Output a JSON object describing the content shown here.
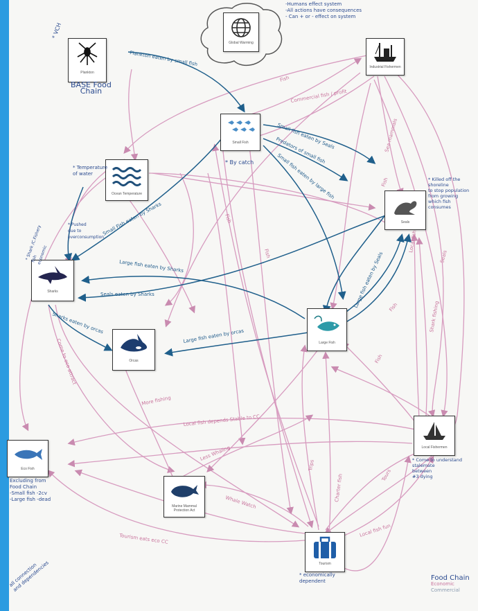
{
  "nodes": {
    "plankton": {
      "label": "Plankton"
    },
    "global_warming": {
      "label": "Global Warming"
    },
    "industrial_fishermen": {
      "label": "Industrial Fishermen"
    },
    "small_fish": {
      "label": "Small Fish"
    },
    "ocean_temperature": {
      "label": "Ocean Temperature"
    },
    "seals": {
      "label": "Seals"
    },
    "sharks": {
      "label": "Sharks"
    },
    "large_fish": {
      "label": "Large Fish"
    },
    "orcas": {
      "label": "Orcas"
    },
    "local_fishermen": {
      "label": "Local Fishermen"
    },
    "eco_fish": {
      "label": "Eco Fish"
    },
    "marine_mammal_act": {
      "label": "Marine Mammal Protection Act"
    },
    "tourism": {
      "label": "Tourism"
    }
  },
  "notes": {
    "star_top": "* VCH",
    "base_food_chain": "BASE Food\nChain",
    "top_notes": "-Humans effect system\n-All actions have consequences\n- Can + or - effect on system",
    "temperature_of_water": "* Temperature\nof water",
    "bycatch": "* By catch",
    "killed_off": "* Killed off the shoreline\nto stop population\nfrom growing\nwhich fish\nconsumes",
    "shark_fishery": "* Shark /C.Fishery\nfish\neconomic",
    "sharks_push": "* Pushed\ndue to\noverconsumption",
    "come_to_understand": "* Come to understand\nstalemate\nbetween\n#3 dying",
    "excluding": "Excluding from\nFood Chain\n-Small fish -2cv\n-Large fish -dead",
    "economy": "* economically\ndependent",
    "bottom_left": "all connection\nand dependencies",
    "legend_title": "Food Chain",
    "legend_economic": "Economic",
    "legend_commercial": "Commercial"
  },
  "edges": {
    "plankton_small_fish": "Plankton eaten by small fish",
    "small_fish_seals": "Small fish eaten by Seals",
    "small_fish_sharks": "Small Fish eaten by Sharks",
    "large_fish_sharks": "Large fish eaten by Sharks",
    "seals_sharks": "Seals eaten by Sharks",
    "large_fish_orcas": "Large fish eaten by orcas",
    "large_fish_seals": "Large fish eaten by Seals",
    "small_fish_large_fish": "Small fish eaten by large fish",
    "predators_orca": "Predators of small fish",
    "sharks_orcas": "Sharks eaten by orcas",
    "fish": "Fish",
    "fish2": "Fish",
    "seals_fish": "Seals",
    "sea_mammals": "Sea mammals",
    "commerical_fish_profit": "Commercial fish / profit",
    "more_fishing": "More fishing",
    "less_whaling": "Less Whaling",
    "whale_watch": "Whale Watch",
    "come_to_eco": "Come to eco attract",
    "local_fish_depends": "Local fish depends Stable to CC",
    "tourism_eat": "Tourism eats eco CC",
    "local_fish": "Local fish fun",
    "charter_fish": "Charter fish",
    "trips": "Trips",
    "tours": "Tours",
    "fish_left": "Fish",
    "fish_right": "Fish",
    "shark_fishing": "Shark fishing",
    "local_fishing": "Local fishing",
    "fish3": "Fish",
    "sunfish": "Fish"
  }
}
